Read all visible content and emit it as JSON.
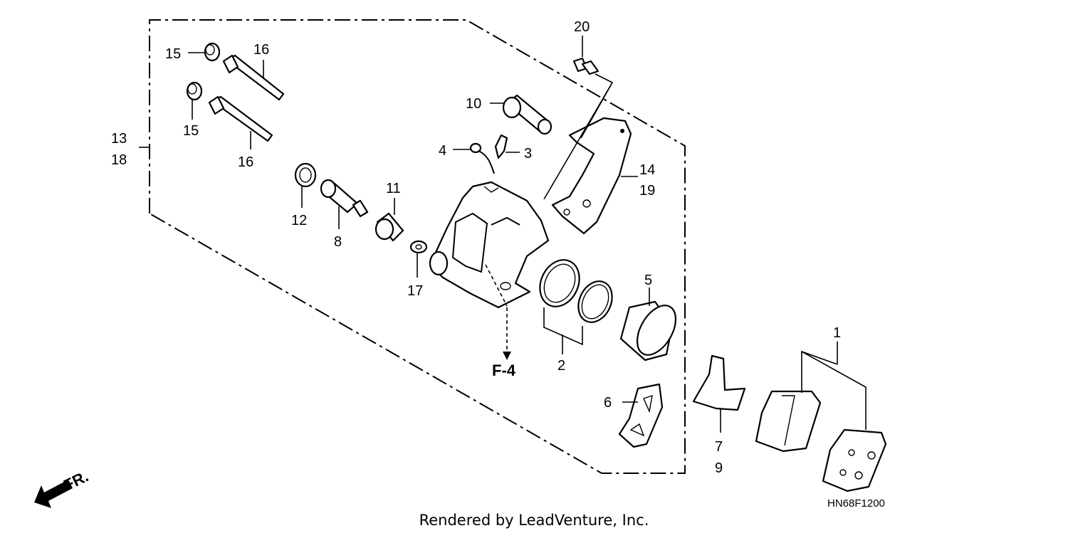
{
  "callouts": {
    "c1": "1",
    "c2": "2",
    "c3": "3",
    "c4": "4",
    "c5": "5",
    "c6": "6",
    "c7": "7",
    "c8": "8",
    "c9": "9",
    "c10": "10",
    "c11": "11",
    "c12": "12",
    "c13": "13",
    "c14": "14",
    "c15a": "15",
    "c15b": "15",
    "c16a": "16",
    "c16b": "16",
    "c17": "17",
    "c18": "18",
    "c19": "19",
    "c20": "20"
  },
  "reference": "F-4",
  "front_marker": "FR.",
  "diagram_code": "HN68F1200",
  "credit": "Rendered by LeadVenture, Inc."
}
